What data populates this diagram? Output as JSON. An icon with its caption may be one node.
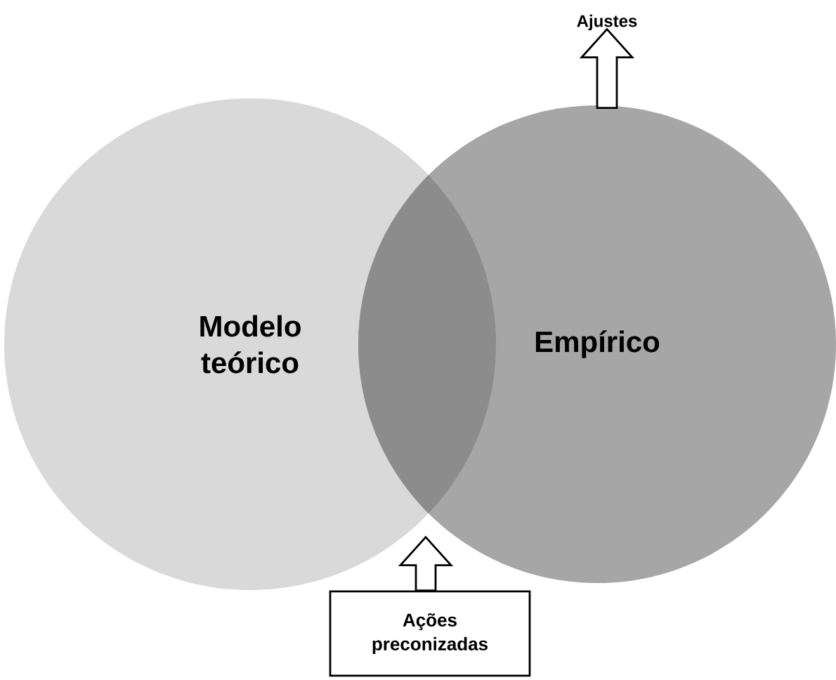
{
  "diagram": {
    "nodes": [
      {
        "text": [
          "Modelo teórico"
        ]
      },
      {
        "text": [
          "Empírico"
        ]
      },
      {
        "text": [
          "Ações preconizadas"
        ]
      },
      {
        "text": [
          "Ajustes"
        ]
      }
    ],
    "edges": [
      {
        "from": 1,
        "to": 3,
        "arrow": "to"
      },
      {
        "from": 2,
        "to": null,
        "arrow": "to"
      }
    ]
  }
}
